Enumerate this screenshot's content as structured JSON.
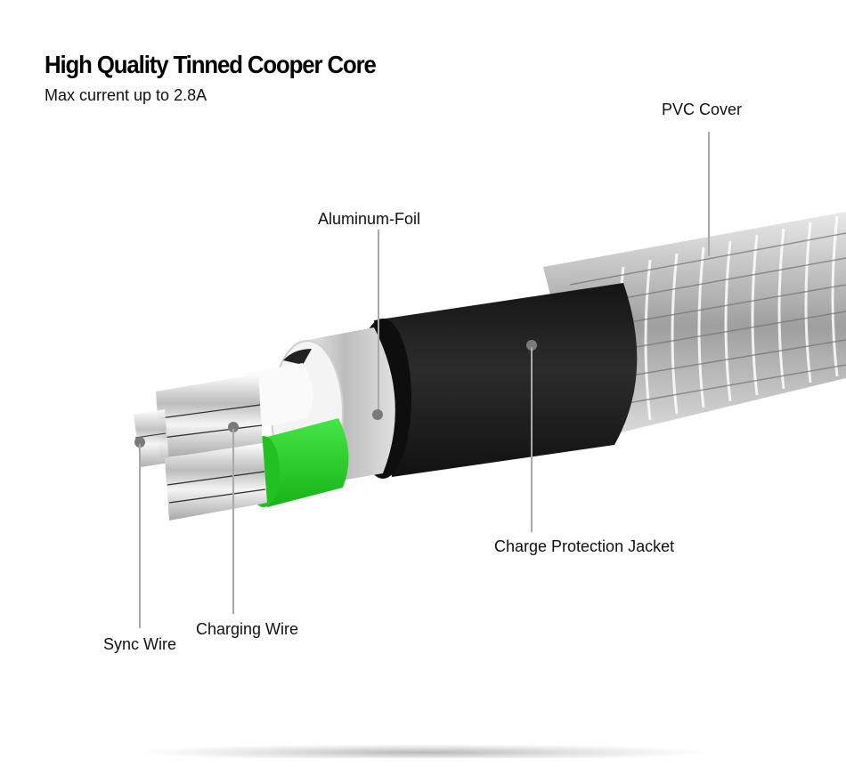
{
  "header": {
    "title": "High Quality Tinned Cooper Core",
    "subtitle": "Max current up to 2.8A"
  },
  "callouts": [
    {
      "id": "pvc-cover",
      "label": "PVC Cover"
    },
    {
      "id": "aluminum-foil",
      "label": "Aluminum-Foil"
    },
    {
      "id": "charge-protection-jacket",
      "label": "Charge Protection Jacket"
    },
    {
      "id": "charging-wire",
      "label": "Charging Wire"
    },
    {
      "id": "sync-wire",
      "label": "Sync Wire"
    }
  ],
  "colors": {
    "background": "#ffffff",
    "jacket": "#1e1e1e",
    "foil": "#c8c8c8",
    "insulation_green": "#2fd12f",
    "callout_line": "#a9a9a9",
    "callout_dot": "#7a7a7a"
  }
}
